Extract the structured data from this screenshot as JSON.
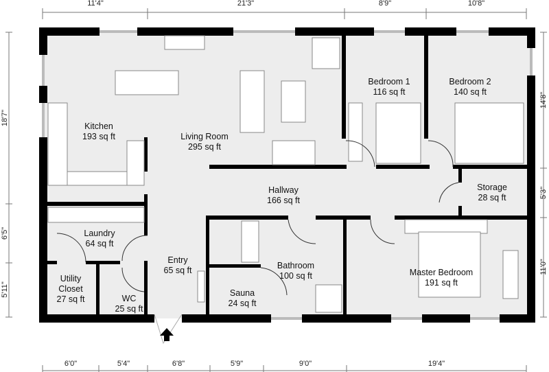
{
  "rooms": [
    {
      "name": "Kitchen",
      "area": "193 sq ft"
    },
    {
      "name": "Living Room",
      "area": "295 sq ft"
    },
    {
      "name": "Bedroom 1",
      "area": "116 sq ft"
    },
    {
      "name": "Bedroom 2",
      "area": "140 sq ft"
    },
    {
      "name": "Hallway",
      "area": "166 sq ft"
    },
    {
      "name": "Storage",
      "area": "28 sq ft"
    },
    {
      "name": "Laundry",
      "area": "64 sq ft"
    },
    {
      "name": "Entry",
      "area": "65 sq ft"
    },
    {
      "name": "Bathroom",
      "area": "100 sq ft"
    },
    {
      "name": "Master Bedroom",
      "area": "191 sq ft"
    },
    {
      "name": "Sauna",
      "area": "24 sq ft"
    },
    {
      "name": "Utility Closet",
      "area": "27 sq ft"
    },
    {
      "name": "WC",
      "area": "25 sq ft"
    }
  ],
  "dimensions": {
    "top": [
      "11'4\"",
      "21'3\"",
      "8'9\"",
      "10'8\""
    ],
    "bottom": [
      "6'0\"",
      "5'4\"",
      "6'8\"",
      "5'9\"",
      "9'0\"",
      "19'4\""
    ],
    "left": [
      "18'7\"",
      "6'5\"",
      "5'11\""
    ],
    "right": [
      "14'8\"",
      "5'3\"",
      "11'0\""
    ]
  },
  "colors": {
    "wall": "#000000",
    "floor": "#ededed",
    "dimension_line": "#777777"
  }
}
